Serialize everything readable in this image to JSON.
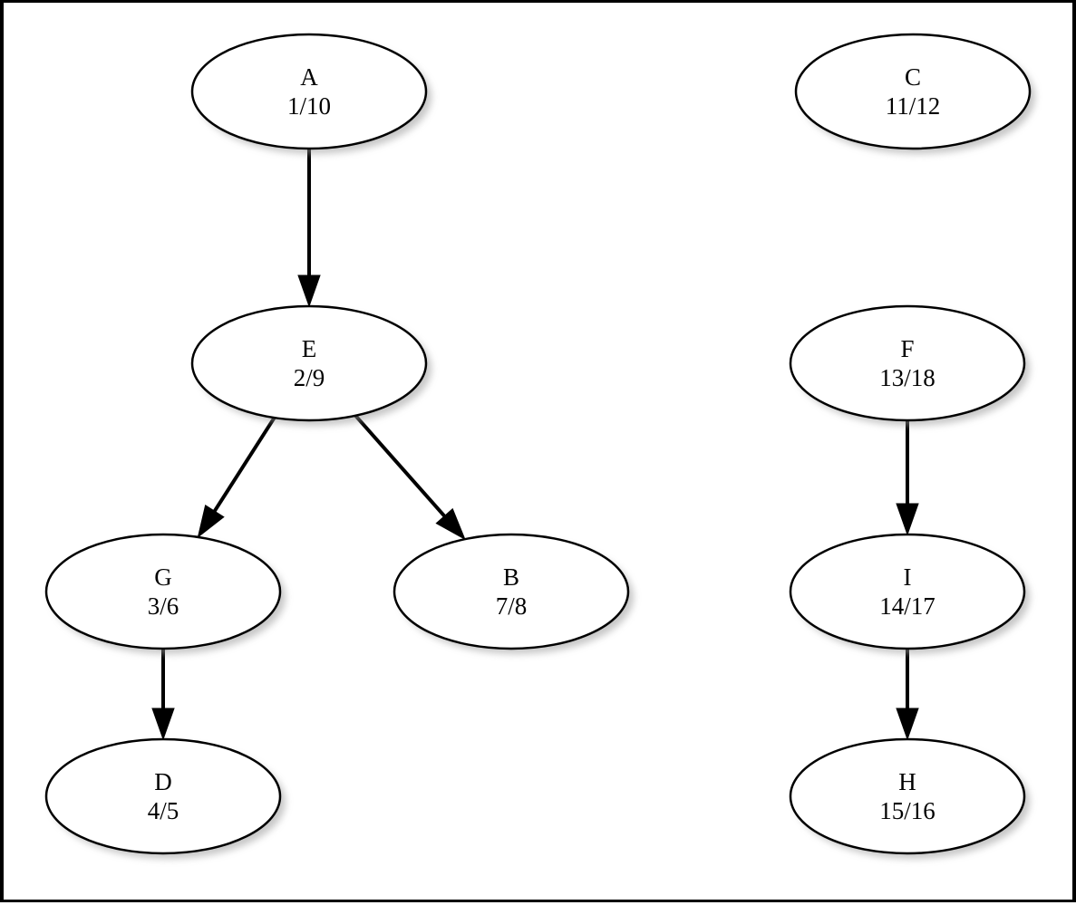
{
  "diagram": {
    "nodes": [
      {
        "id": "A",
        "label": "A",
        "times": "1/10"
      },
      {
        "id": "C",
        "label": "C",
        "times": "11/12"
      },
      {
        "id": "E",
        "label": "E",
        "times": "2/9"
      },
      {
        "id": "F",
        "label": "F",
        "times": "13/18"
      },
      {
        "id": "G",
        "label": "G",
        "times": "3/6"
      },
      {
        "id": "B",
        "label": "B",
        "times": "7/8"
      },
      {
        "id": "I",
        "label": "I",
        "times": "14/17"
      },
      {
        "id": "D",
        "label": "D",
        "times": "4/5"
      },
      {
        "id": "H",
        "label": "H",
        "times": "15/16"
      }
    ],
    "edges": [
      {
        "from": "A",
        "to": "E"
      },
      {
        "from": "E",
        "to": "G"
      },
      {
        "from": "E",
        "to": "B"
      },
      {
        "from": "G",
        "to": "D"
      },
      {
        "from": "F",
        "to": "I"
      },
      {
        "from": "I",
        "to": "H"
      }
    ]
  }
}
